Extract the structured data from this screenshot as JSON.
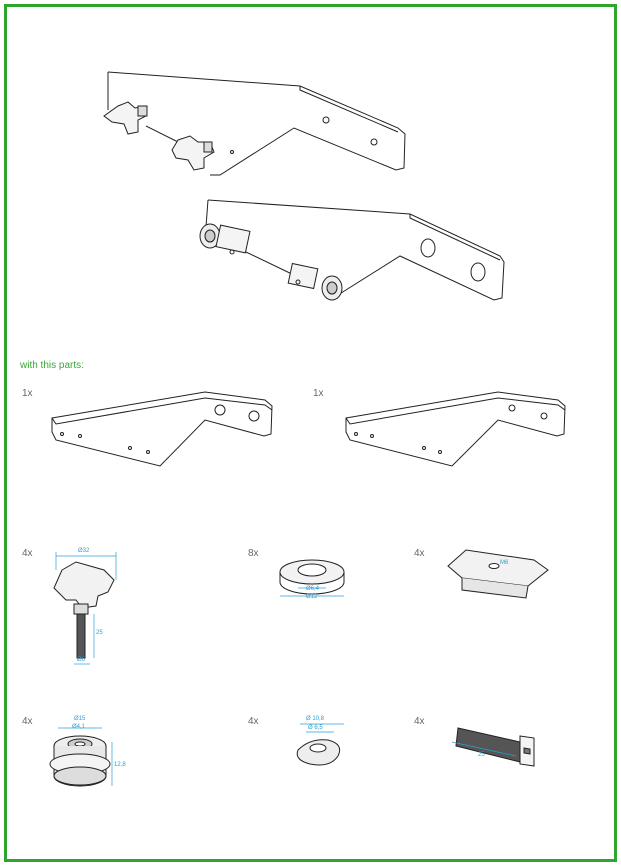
{
  "heading": "with this parts:",
  "parts": [
    {
      "qty": "1x"
    },
    {
      "qty": "1x"
    },
    {
      "qty": "4x",
      "dims": {
        "top": "Ø32",
        "length": "25",
        "shaft": "Ø6"
      }
    },
    {
      "qty": "8x",
      "dims": {
        "inner": "Ø6,4",
        "outer": "Ø12"
      }
    },
    {
      "qty": "4x",
      "label": "M6"
    },
    {
      "qty": "4x",
      "dims": {
        "top": "Ø15",
        "inner": "Ø4,1",
        "height": "12,8"
      }
    },
    {
      "qty": "4x",
      "dims": {
        "outer": "Ø 10,8",
        "inner": "Ø 6,5"
      }
    },
    {
      "qty": "4x",
      "dims": {
        "length": "25"
      }
    }
  ],
  "colors": {
    "frame": "#2fa52f",
    "dimension": "#2b9fd6",
    "heading": "#3aaa35"
  }
}
